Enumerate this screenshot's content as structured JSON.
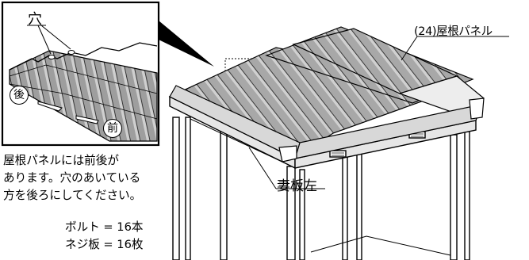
{
  "callouts": {
    "hole": "穴",
    "back": "後",
    "front": "前",
    "roof_panel": "(24)屋根パネル",
    "gable_left": "妻板左"
  },
  "note": {
    "line1": "屋根パネルには前後が",
    "line2": "あります。穴のあいている",
    "line3": "方を後ろにしてください。"
  },
  "parts": [
    {
      "text": "ボルト = 16本"
    },
    {
      "text": "ネジ板 = 16枚"
    }
  ],
  "colors": {
    "panel_fill": "#a8a8a8",
    "panel_ridge": "#d4d4d4",
    "frame_fill": "#e6e6e6",
    "line": "#000000"
  }
}
